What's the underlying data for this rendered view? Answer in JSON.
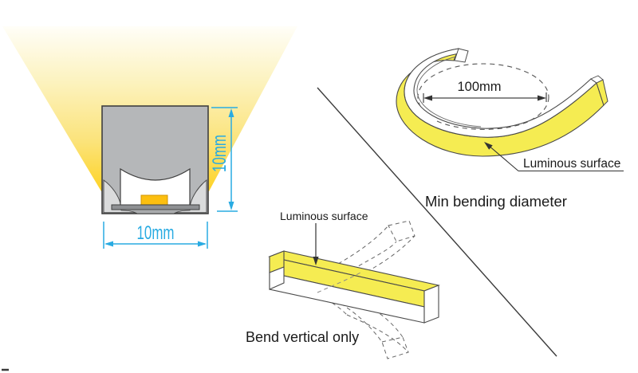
{
  "cross_section": {
    "width_label": "10mm",
    "height_label": "10mm"
  },
  "bend_diagram": {
    "diameter_label": "100mm",
    "caption": "Min bending diameter",
    "surface_label": "Luminous surface"
  },
  "vertical_bend_diagram": {
    "surface_label": "Luminous surface",
    "caption": "Bend vertical only"
  },
  "colors": {
    "dimension_cyan": "#29abe2",
    "beam_yellow": "#fed325",
    "strip_yellow": "#f5ec52",
    "profile_gray": "#b5b7b9",
    "profile_light_gray": "#dadbdc",
    "led_orange": "#fcbf10",
    "line_dark": "#3b3b3b"
  }
}
